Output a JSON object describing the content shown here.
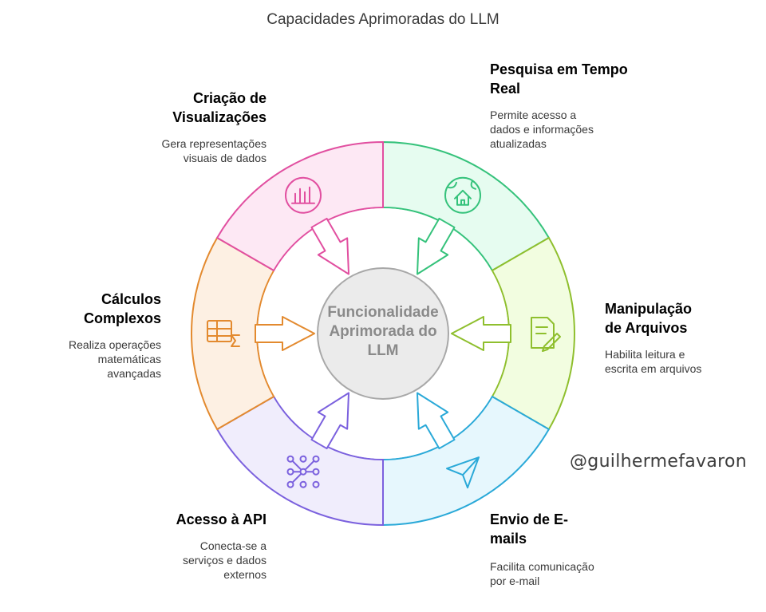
{
  "title": "Capacidades Aprimoradas do LLM",
  "center": {
    "label": "Funcionalidade Aprimorada do LLM"
  },
  "watermark": "@guilhermefavaron",
  "segments": [
    {
      "id": "pesquisa",
      "heading": "Pesquisa em Tempo Real",
      "description": "Permite acesso a dados e informações atualizadas",
      "color": "#35c27b",
      "fill": "#e6fcf0",
      "icon": "globe-home-icon"
    },
    {
      "id": "manipulacao",
      "heading": "Manipulação de Arquivos",
      "description": "Habilita leitura e escrita em arquivos",
      "color": "#8fbf2e",
      "fill": "#f2fde0",
      "icon": "document-edit-icon"
    },
    {
      "id": "email",
      "heading": "Envio de E-mails",
      "description": "Facilita comunicação por e-mail",
      "color": "#2aa9d8",
      "fill": "#e6f7fd",
      "icon": "send-icon"
    },
    {
      "id": "api",
      "heading": "Acesso à API",
      "description": "Conecta-se a serviços e dados externos",
      "color": "#7b61de",
      "fill": "#f0edfc",
      "icon": "network-icon"
    },
    {
      "id": "calculos",
      "heading": "Cálculos Complexos",
      "description": "Realiza operações matemáticas avançadas",
      "color": "#e38a2f",
      "fill": "#fdf0e3",
      "icon": "spreadsheet-sum-icon"
    },
    {
      "id": "visualizacoes",
      "heading": "Criação de Visualizações",
      "description": "Gera representações visuais de dados",
      "color": "#e14fa0",
      "fill": "#fde8f4",
      "icon": "bar-chart-icon"
    }
  ]
}
